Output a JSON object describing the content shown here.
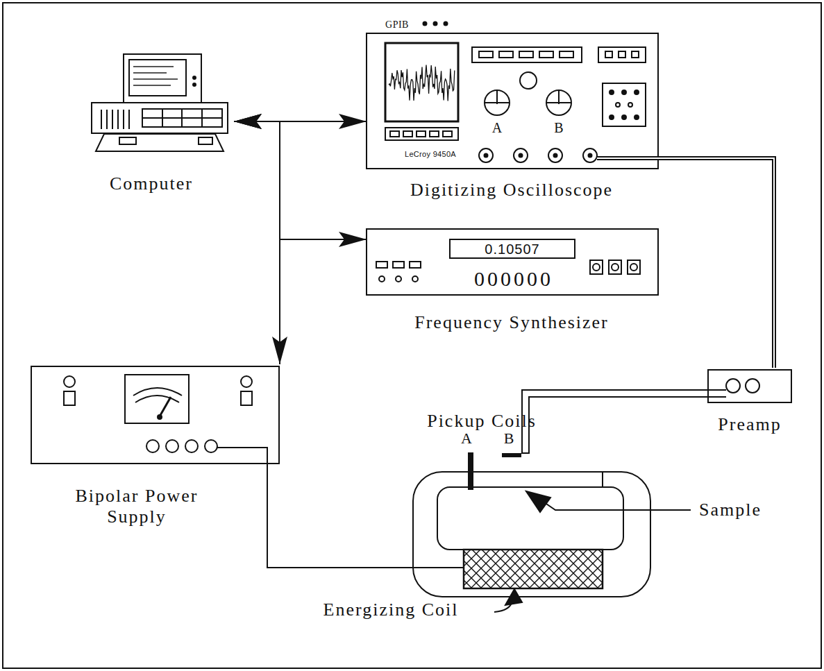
{
  "diagram": {
    "nodes": [
      {
        "text": [
          "Computer"
        ]
      },
      {
        "text": [
          "GPIB",
          "A",
          "B",
          "LeCroy 9450A",
          "Digitizing Oscilloscope"
        ]
      },
      {
        "text": [
          "0.10507",
          "000000",
          "Frequency Synthesizer"
        ]
      },
      {
        "text": [
          "Bipolar Power Supply"
        ]
      },
      {
        "text": [
          "Preamp"
        ]
      }
    ],
    "edges": [
      {
        "from": 0,
        "to": 1,
        "arrow": "both"
      },
      {
        "from": 0,
        "to": 2,
        "arrow": "both"
      },
      {
        "from": 0,
        "to": 3,
        "arrow": "both"
      },
      {
        "from": 4,
        "to": 1,
        "arrow": "none"
      }
    ],
    "labels": [
      "Pickup Coils",
      "A",
      "B",
      "Sample",
      "Energizing Coil"
    ]
  }
}
